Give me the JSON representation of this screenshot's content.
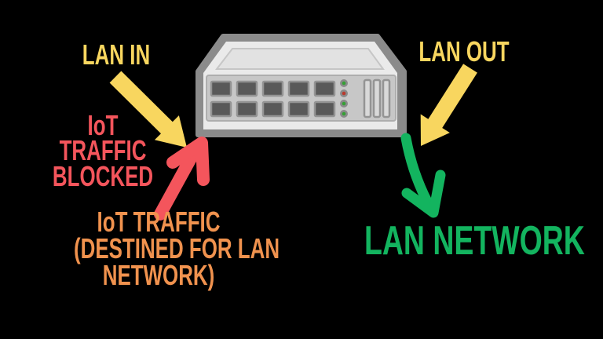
{
  "title": "IoT traffic blocking network diagram",
  "colors": {
    "background": "#000000",
    "yellow": "#F8D65F",
    "red": "#F4555C",
    "orange": "#F0924E",
    "green": "#13B45F",
    "switch_frame": "#8B8B8B",
    "switch_body": "#EAEAEA",
    "switch_top_face": "#E2E2E2",
    "switch_top_edge": "#C6C6C6",
    "panel": "#C7C7C7",
    "panel_edge": "#AEAEAE",
    "port": "#595959",
    "port_edge": "#949494",
    "led_ring": "#8A8A8A",
    "led_green": "#35A035",
    "led_red": "#B93A2E",
    "vent": "#D9D9D9",
    "vent_edge": "#949494"
  },
  "labels": {
    "lan_in": "LAN IN",
    "lan_out": "LAN OUT",
    "iot_blocked": {
      "lines": [
        "IoT",
        "TRAFFIC",
        "BLOCKED"
      ]
    },
    "iot_traffic": {
      "lines": [
        "IoT TRAFFIC",
        "(DESTINED FOR LAN",
        "NETWORK)"
      ]
    },
    "lan_network": "LAN NETWORK"
  },
  "device": {
    "kind": "network switch",
    "port_count": 10,
    "led_states": [
      "green",
      "red",
      "green",
      "green"
    ],
    "vent_count": 3
  },
  "arrows": {
    "lan_in": {
      "color_name": "yellow",
      "from": "LAN IN label",
      "to": "switch"
    },
    "iot_traffic": {
      "color_name": "red",
      "from": "IoT TRAFFIC label",
      "to": "switch"
    },
    "lan_out": {
      "color_name": "yellow",
      "from": "LAN OUT label",
      "to": "switch"
    },
    "lan_network": {
      "color_name": "green",
      "from": "switch",
      "to": "LAN NETWORK label"
    }
  }
}
